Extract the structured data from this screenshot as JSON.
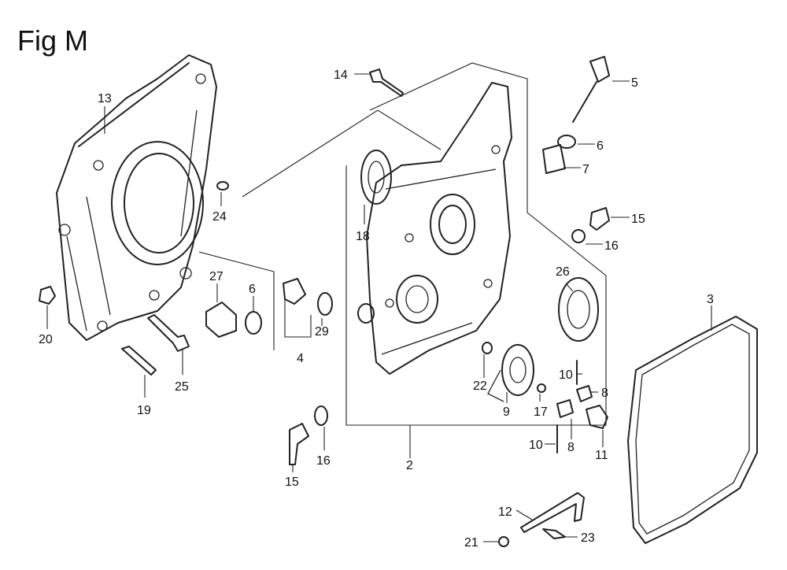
{
  "figure": {
    "title": "Fig M"
  },
  "callouts": {
    "c2": "2",
    "c3": "3",
    "c4": "4",
    "c5": "5",
    "c6a": "6",
    "c6b": "6",
    "c7": "7",
    "c8a": "8",
    "c8b": "8",
    "c9": "9",
    "c10a": "10",
    "c10b": "10",
    "c11": "11",
    "c12": "12",
    "c13": "13",
    "c14": "14",
    "c15a": "15",
    "c15b": "15",
    "c16a": "16",
    "c16b": "16",
    "c17": "17",
    "c18": "18",
    "c19": "19",
    "c20": "20",
    "c21": "21",
    "c22": "22",
    "c23": "23",
    "c24": "24",
    "c25": "25",
    "c26": "26",
    "c27": "27",
    "c29": "29"
  }
}
